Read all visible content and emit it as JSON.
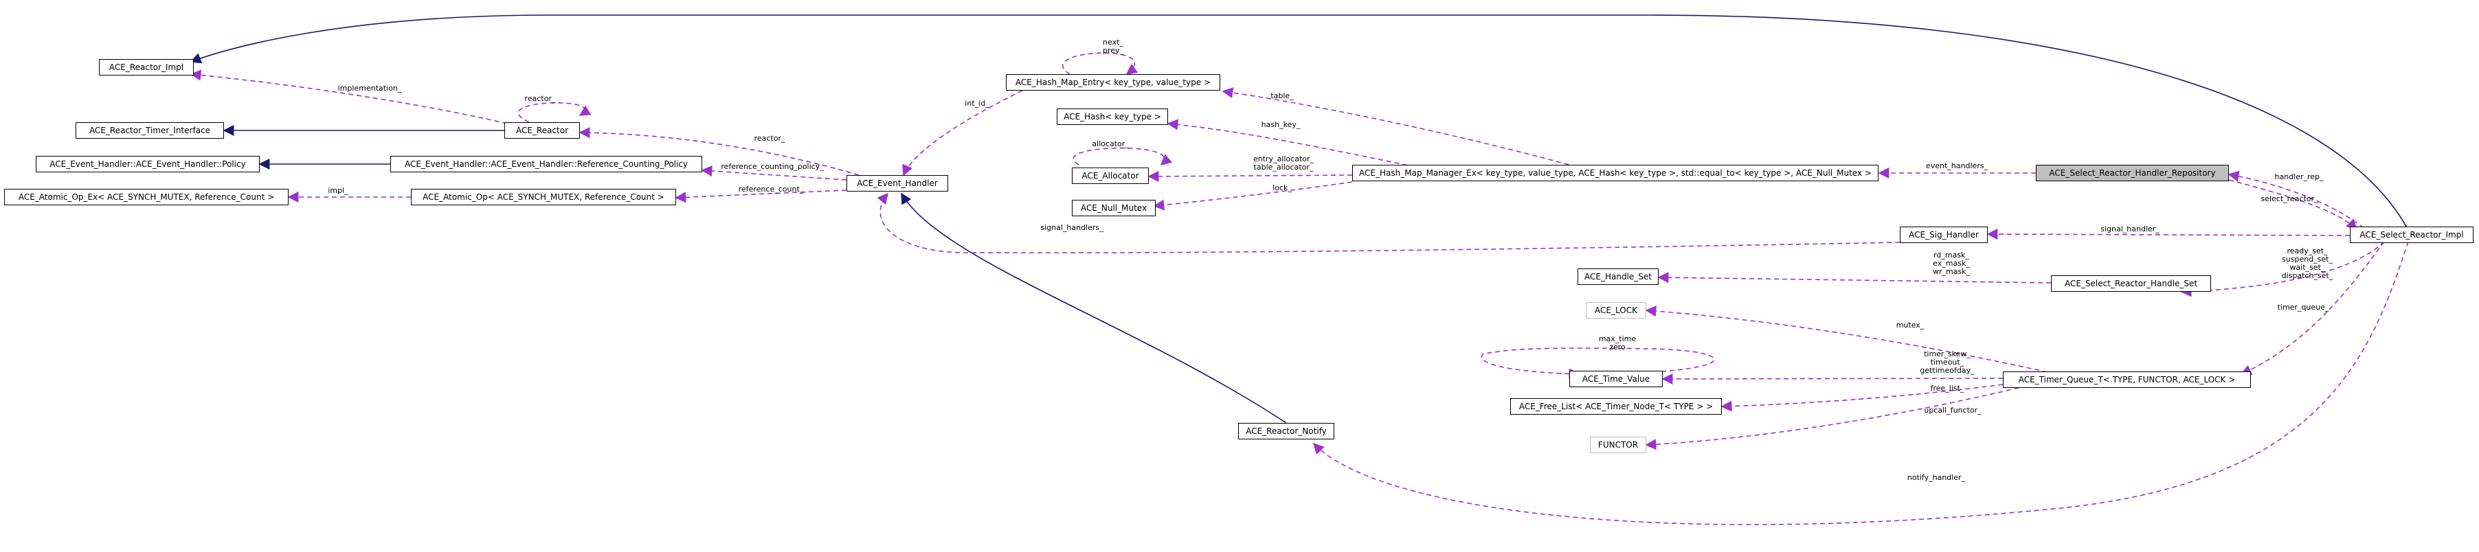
{
  "nodes": {
    "reactor_impl": "ACE_Reactor_Impl",
    "reactor_timer_interface": "ACE_Reactor_Timer_Interface",
    "eh_policy": "ACE_Event_Handler::ACE_Event_Handler::Policy",
    "atomic_op_ex": "ACE_Atomic_Op_Ex< ACE_SYNCH_MUTEX, Reference_Count >",
    "reactor": "ACE_Reactor",
    "eh_ref_policy": "ACE_Event_Handler::ACE_Event_Handler::Reference_Counting_Policy",
    "atomic_op": "ACE_Atomic_Op< ACE_SYNCH_MUTEX, Reference_Count >",
    "event_handler": "ACE_Event_Handler",
    "reactor_notify": "ACE_Reactor_Notify",
    "hash_map_entry": "ACE_Hash_Map_Entry< key_type, value_type >",
    "hash": "ACE_Hash< key_type >",
    "allocator": "ACE_Allocator",
    "null_mutex": "ACE_Null_Mutex",
    "hash_map_manager": "ACE_Hash_Map_Manager_Ex< key_type, value_type, ACE_Hash< key_type >, std::equal_to< key_type >, ACE_Null_Mutex >",
    "sig_handler": "ACE_Sig_Handler",
    "handle_set": "ACE_Handle_Set",
    "lock": "ACE_LOCK",
    "time_value": "ACE_Time_Value",
    "free_list": "ACE_Free_List< ACE_Timer_Node_T< TYPE > >",
    "functor": "FUNCTOR",
    "repository": "ACE_Select_Reactor_Handler_Repository",
    "handle_set_select": "ACE_Select_Reactor_Handle_Set",
    "timer_queue": "ACE_Timer_Queue_T< TYPE, FUNCTOR, ACE_LOCK >",
    "select_reactor_impl": "ACE_Select_Reactor_Impl"
  },
  "edge_labels": {
    "implementation": "implementation_",
    "reactor_self": "reactor_",
    "impl": "impl_",
    "reactor": "reactor_",
    "reference_counting_policy": "reference_counting_policy_",
    "reference_count": "reference_count_",
    "int_id": "int_id_",
    "next_prev": "next_\nprev_",
    "table": "table_",
    "hash_key": "hash_key_",
    "allocator_self": "allocator_",
    "entry_table_allocator": "entry_allocator_\ntable_allocator_",
    "lock": "lock_",
    "event_handlers": "event_handlers_",
    "handler_rep": "handler_rep_",
    "select_reactor": "select_reactor_",
    "signal_handler": "signal_handler_",
    "signal_handlers": "signal_handlers_",
    "rd_ex_wr_mask": "rd_mask_\nex_mask_\nwr_mask_",
    "handle_sets": "ready_set_\nsuspend_set_\nwait_set_\ndispatch_set_",
    "timer_queue": "timer_queue_",
    "mutex": "mutex_",
    "max_time_zero": "max_time\nzero",
    "timer_skew_timeout": "timer_skew_\ntimeout_\ngettimeofday_",
    "free_list": "free_list_",
    "upcall_functor": "upcall_functor_",
    "notify_handler": "notify_handler_"
  },
  "colors": {
    "inheritance": "#191970",
    "usage": "#9a32cd",
    "focus_fill": "#bfbfbf",
    "grey_border": "#bfbfbf"
  }
}
